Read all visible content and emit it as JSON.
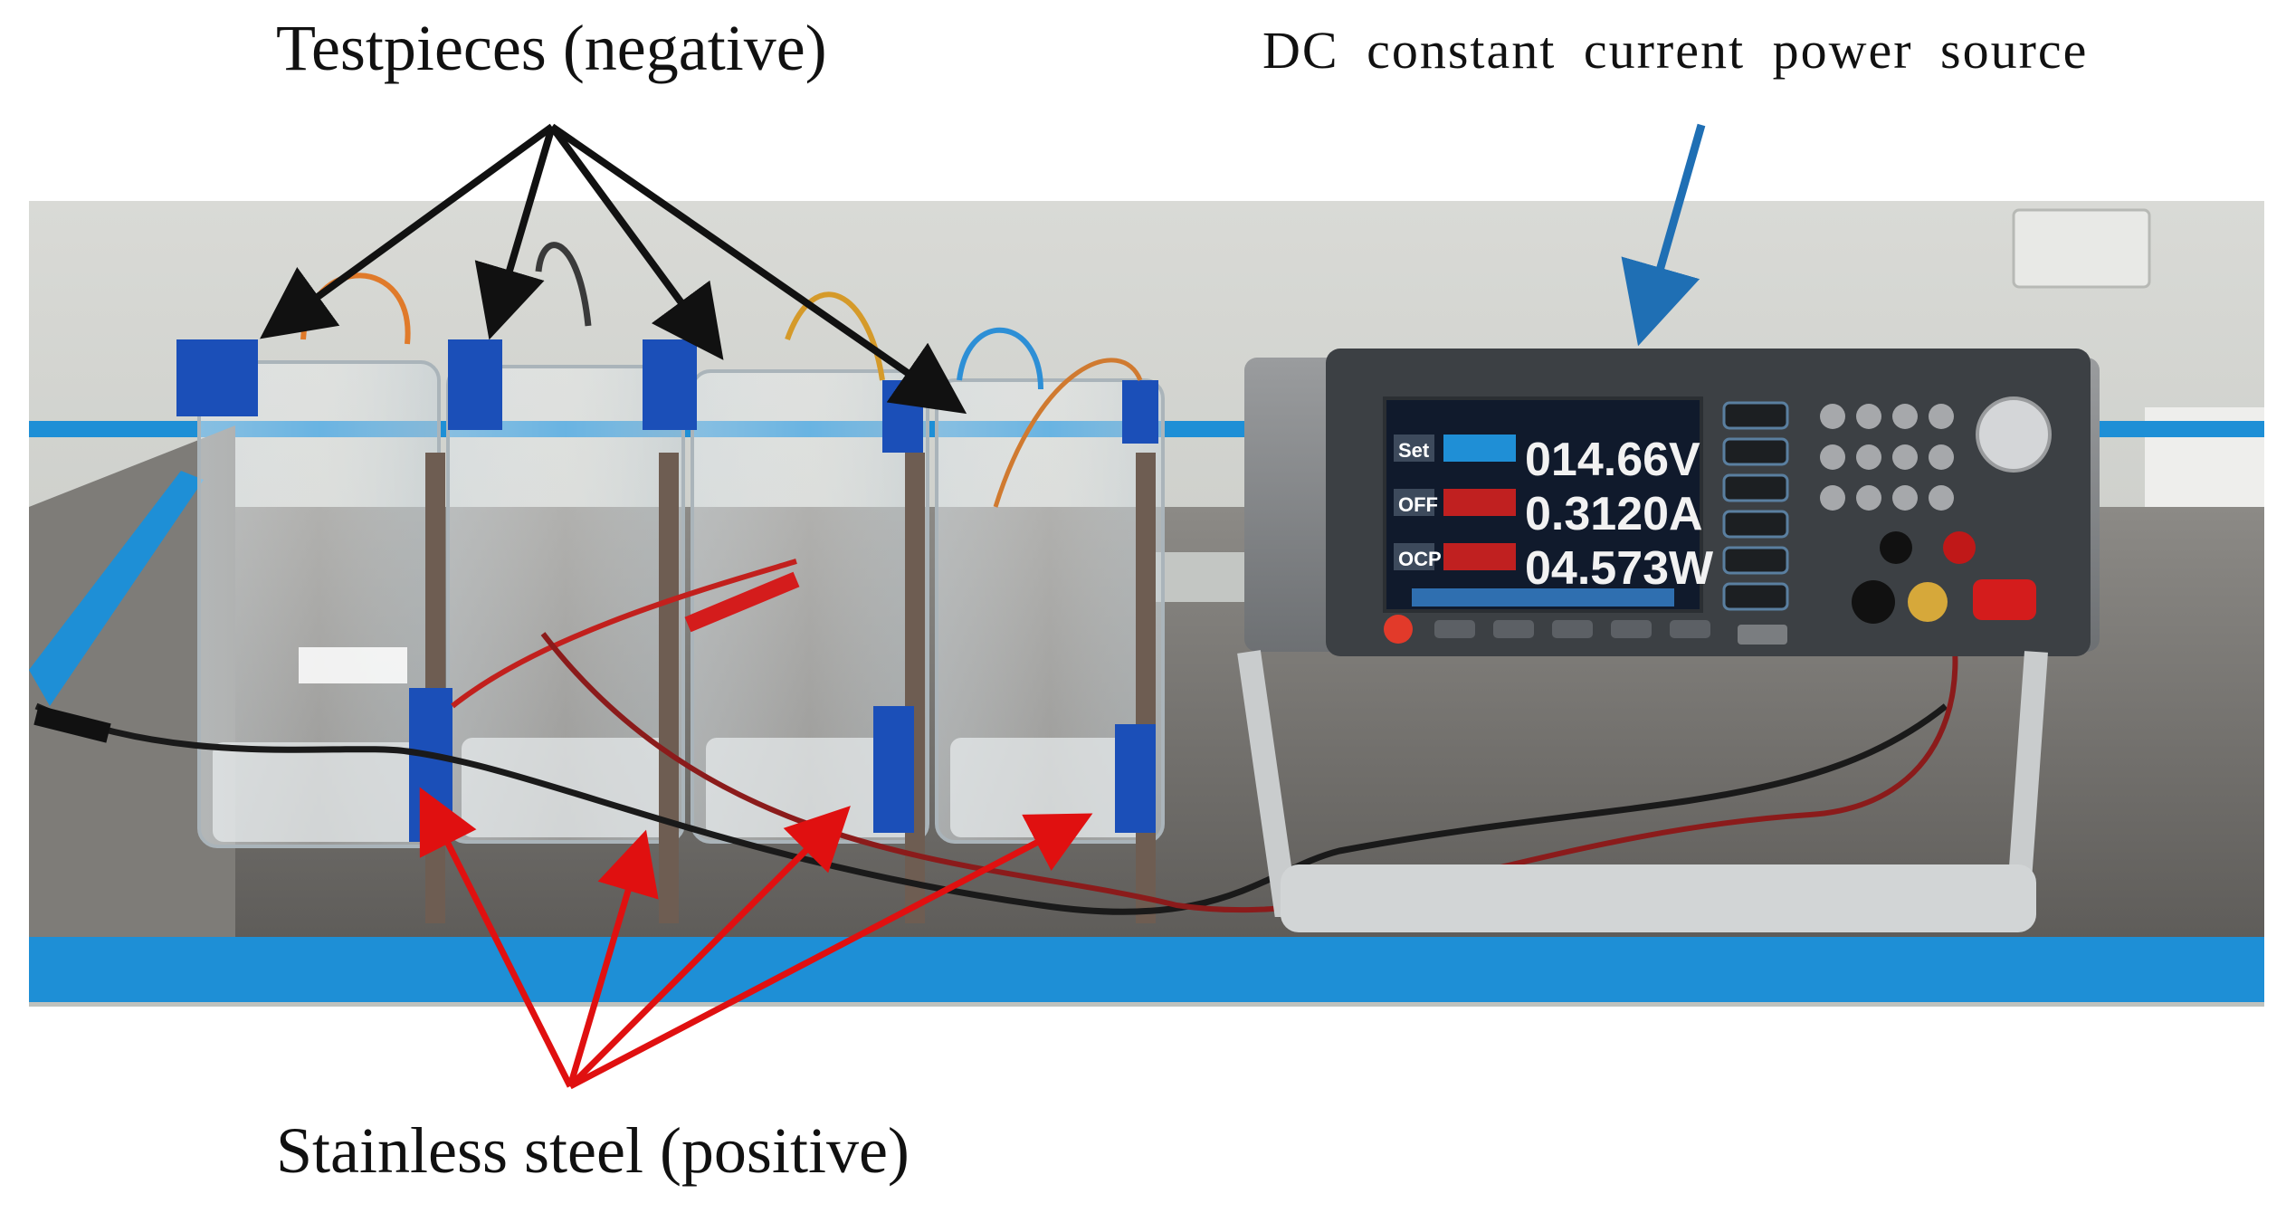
{
  "labels": {
    "testpieces": "Testpieces (negative)",
    "power_source": "DC constant current power source",
    "stainless": "Stainless steel (positive)"
  },
  "display": {
    "voltage": "014.66V",
    "current": "0.3120A",
    "power": "04.573W",
    "row1_tag": "Set",
    "row2_tag": "OFF",
    "row3_tag": "OCP"
  },
  "colors": {
    "table_blue": "#1e8fd6",
    "tape_blue": "#1b4fb8",
    "red_arrow": "#e01010",
    "blue_arrow": "#1f6fb4",
    "black_arrow": "#111111"
  }
}
